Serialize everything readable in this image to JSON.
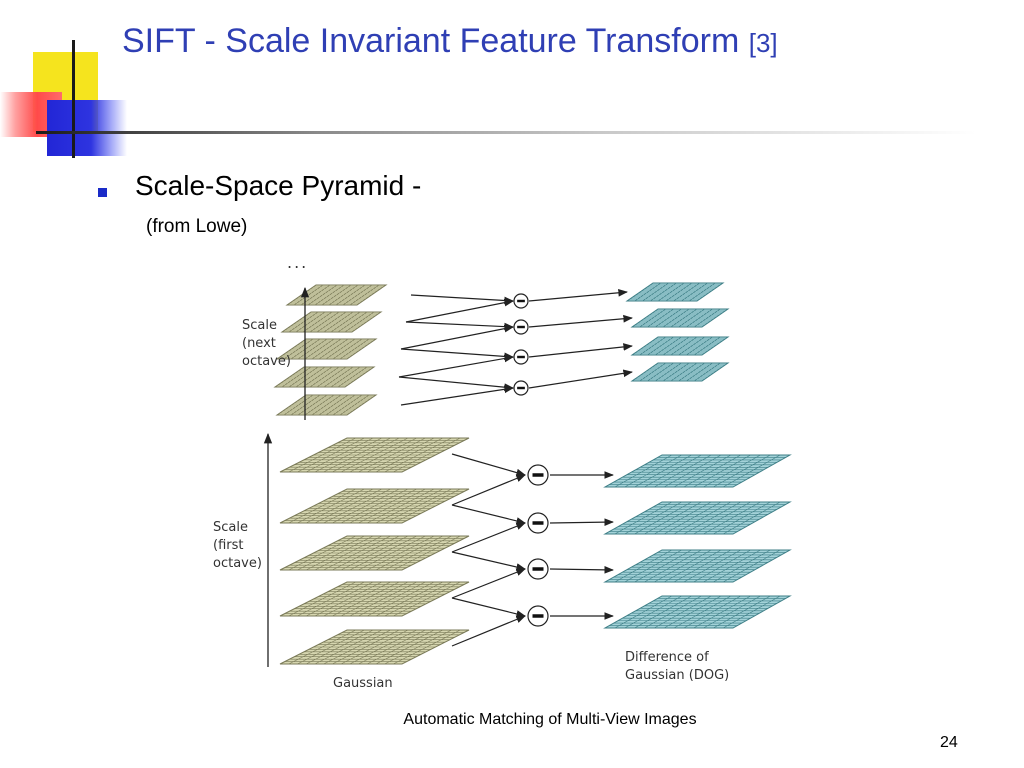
{
  "slide": {
    "title": "SIFT - Scale Invariant Feature Transform",
    "title_ref": "[3]",
    "bullet": "Scale-Space Pyramid -",
    "sub_bullet": "(from Lowe)",
    "footer": "Automatic Matching of Multi-View Images",
    "page_number": "24"
  },
  "diagram": {
    "ellipsis": "...",
    "next_octave_label": [
      "Scale",
      "(next",
      "octave)"
    ],
    "first_octave_label": [
      "Scale",
      "(first",
      "octave)"
    ],
    "gaussian_label": "Gaussian",
    "dog_label": [
      "Difference of",
      "Gaussian (DOG)"
    ],
    "minus_symbol": "−"
  },
  "colors": {
    "title": "#2f3fb4",
    "bullet": "#1a2bc8",
    "gaussian_fill": "#d6d6b0",
    "gaussian_grid": "#7a7a58",
    "dog_fill": "#a3d2d8",
    "dog_grid": "#3d7e86"
  }
}
